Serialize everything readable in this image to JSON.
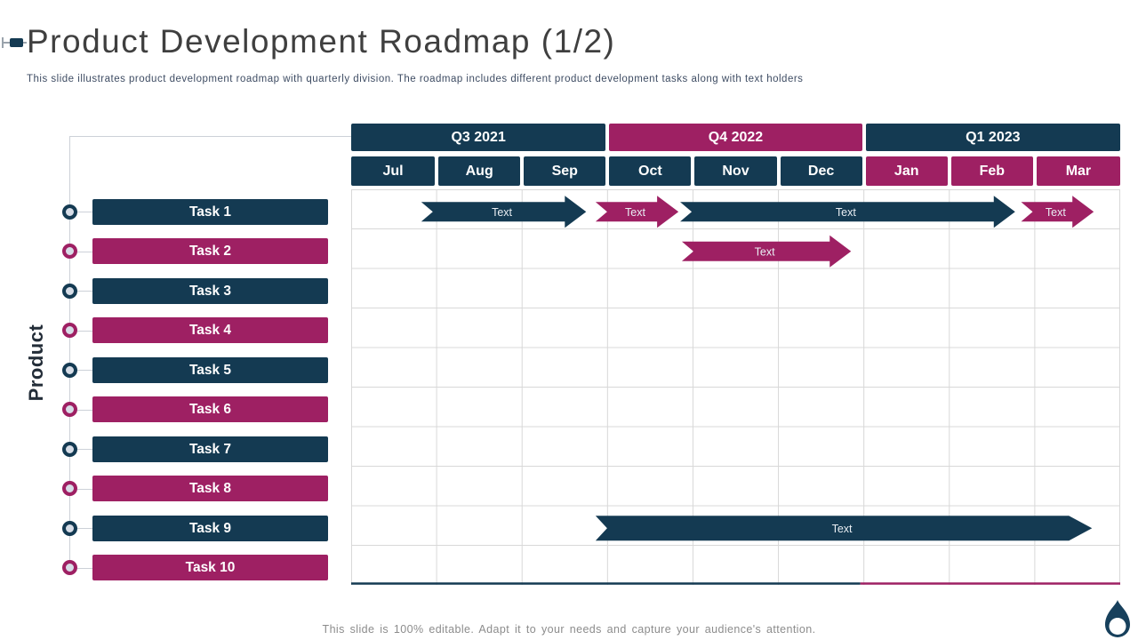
{
  "slide": {
    "title": "Product Development Roadmap (1/2)",
    "subtitle": "This slide illustrates product development roadmap with quarterly division. The roadmap includes different product development tasks along with text holders",
    "footer": "This slide is 100% editable. Adapt it to your needs and capture your audience's attention.",
    "axis_label": "Product"
  },
  "colors": {
    "navy": "#143A52",
    "magenta": "#9E2063",
    "grid_line": "#d8d8d8",
    "connector": "#ccd1d8",
    "marker_fill": "#d7dde7",
    "arrow_label": "#e9eef3"
  },
  "timeline": {
    "quarters": [
      {
        "label": "Q3 2021",
        "color": "navy"
      },
      {
        "label": "Q4 2022",
        "color": "magenta"
      },
      {
        "label": "Q1 2023",
        "color": "navy"
      }
    ],
    "months": [
      {
        "label": "Jul",
        "color": "navy"
      },
      {
        "label": "Aug",
        "color": "navy"
      },
      {
        "label": "Sep",
        "color": "navy"
      },
      {
        "label": "Oct",
        "color": "navy"
      },
      {
        "label": "Nov",
        "color": "navy"
      },
      {
        "label": "Dec",
        "color": "navy"
      },
      {
        "label": "Jan",
        "color": "magenta"
      },
      {
        "label": "Feb",
        "color": "magenta"
      },
      {
        "label": "Mar",
        "color": "magenta"
      }
    ]
  },
  "tasks": [
    {
      "label": "Task 1",
      "color": "navy"
    },
    {
      "label": "Task 2",
      "color": "magenta"
    },
    {
      "label": "Task 3",
      "color": "navy"
    },
    {
      "label": "Task 4",
      "color": "magenta"
    },
    {
      "label": "Task 5",
      "color": "navy"
    },
    {
      "label": "Task 6",
      "color": "magenta"
    },
    {
      "label": "Task 7",
      "color": "navy"
    },
    {
      "label": "Task 8",
      "color": "magenta"
    },
    {
      "label": "Task 9",
      "color": "navy"
    },
    {
      "label": "Task 10",
      "color": "magenta"
    }
  ],
  "gantt": {
    "arrows": [
      {
        "row": 0,
        "start_month": 0.82,
        "end_month": 2.75,
        "color": "navy",
        "label": "Text",
        "flared": true
      },
      {
        "row": 0,
        "start_month": 2.86,
        "end_month": 3.83,
        "color": "magenta",
        "label": "Text",
        "flared": true
      },
      {
        "row": 0,
        "start_month": 3.85,
        "end_month": 7.77,
        "color": "navy",
        "label": "Text",
        "flared": true
      },
      {
        "row": 0,
        "start_month": 7.84,
        "end_month": 8.69,
        "color": "magenta",
        "label": "Text",
        "flared": true
      },
      {
        "row": 1,
        "start_month": 3.87,
        "end_month": 5.85,
        "color": "magenta",
        "label": "Text",
        "flared": true
      },
      {
        "row": 8,
        "start_month": 2.86,
        "end_month": 8.67,
        "color": "navy",
        "label": "Text",
        "flared": false
      }
    ],
    "bottom_axis": {
      "left_color": "navy",
      "right_color": "magenta",
      "split_fraction": 0.662
    }
  }
}
